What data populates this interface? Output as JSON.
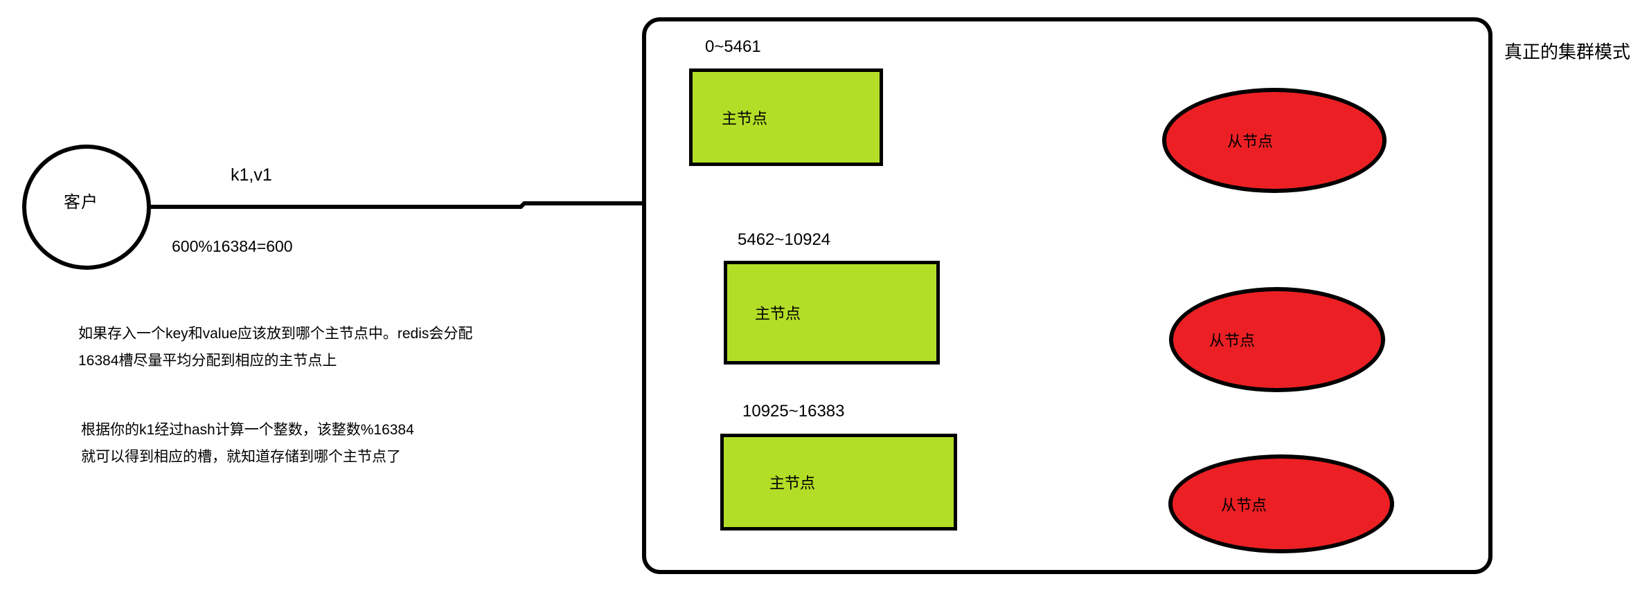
{
  "client": {
    "label": "客户"
  },
  "edge": {
    "key_value_label": "k1,v1",
    "hash_label": "600%16384=600"
  },
  "notes": [
    {
      "lines": [
        "如果存入一个key和value应该放到哪个主节点中。redis会分配",
        "16384槽尽量平均分配到相应的主节点上"
      ]
    },
    {
      "lines": [
        "根据你的k1经过hash计算一个整数，该整数%16384",
        "就可以得到相应的槽，就知道存储到哪个主节点了"
      ]
    }
  ],
  "cluster": {
    "title": "真正的集群模式",
    "shards": [
      {
        "slot_range": "0~5461",
        "master_label": "主节点",
        "slave_label": "从节点"
      },
      {
        "slot_range": "5462~10924",
        "master_label": "主节点",
        "slave_label": "从节点"
      },
      {
        "slot_range": "10925~16383",
        "master_label": "主节点",
        "slave_label": "从节点"
      }
    ]
  },
  "colors": {
    "master_fill": "#b3de27",
    "slave_fill": "#ec2024",
    "stroke": "#000000"
  }
}
